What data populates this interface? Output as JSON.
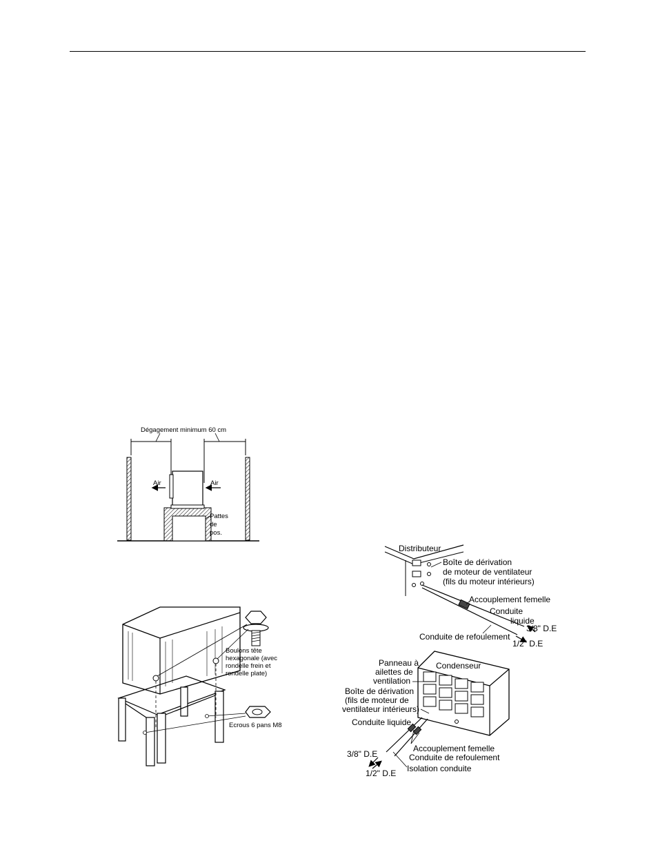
{
  "clearance_figure": {
    "dimension_label": "Dégagement minimum 60 cm",
    "air_left": "Air",
    "air_right": "Air",
    "feet_label_line1": "Pattes",
    "feet_label_line2": "de",
    "feet_label_line3": "pos."
  },
  "stand_figure": {
    "bolts_line1": "Boulons tête",
    "bolts_line2": "hexagonale (avec",
    "bolts_line3": "rondelle frein et",
    "bolts_line4": "rondelle plate)",
    "nuts_label": "Ecrous 6 pans M8"
  },
  "indoor_figure": {
    "distributor": "Distributeur",
    "box_line1": "Boîte de dérivation",
    "box_line2": "de moteur de ventilateur",
    "box_line3": "(fils du moteur intérieurs)",
    "coupling": "Accouplement femelle",
    "liquid_line1": "Conduite",
    "liquid_line2": "liquide",
    "size_small": "3/8\" D.E",
    "discharge": "Conduite de refoulement",
    "size_large": "1/2\" D.E"
  },
  "condenser_figure": {
    "condenser": "Condenseur",
    "panel_line1": "Panneau à",
    "panel_line2": "ailettes de",
    "panel_line3": "ventilation",
    "box_line1": "Boîte de dérivation",
    "box_line2": "(fils de moteur de",
    "box_line3": "ventilateur intérieurs)",
    "liquid": "Conduite liquide",
    "coupling": "Accouplement femelle",
    "discharge": "Conduite de refoulement",
    "insulation": "Isolation conduite",
    "size_small": "3/8\" D.E",
    "size_large": "1/2\" D.E"
  }
}
